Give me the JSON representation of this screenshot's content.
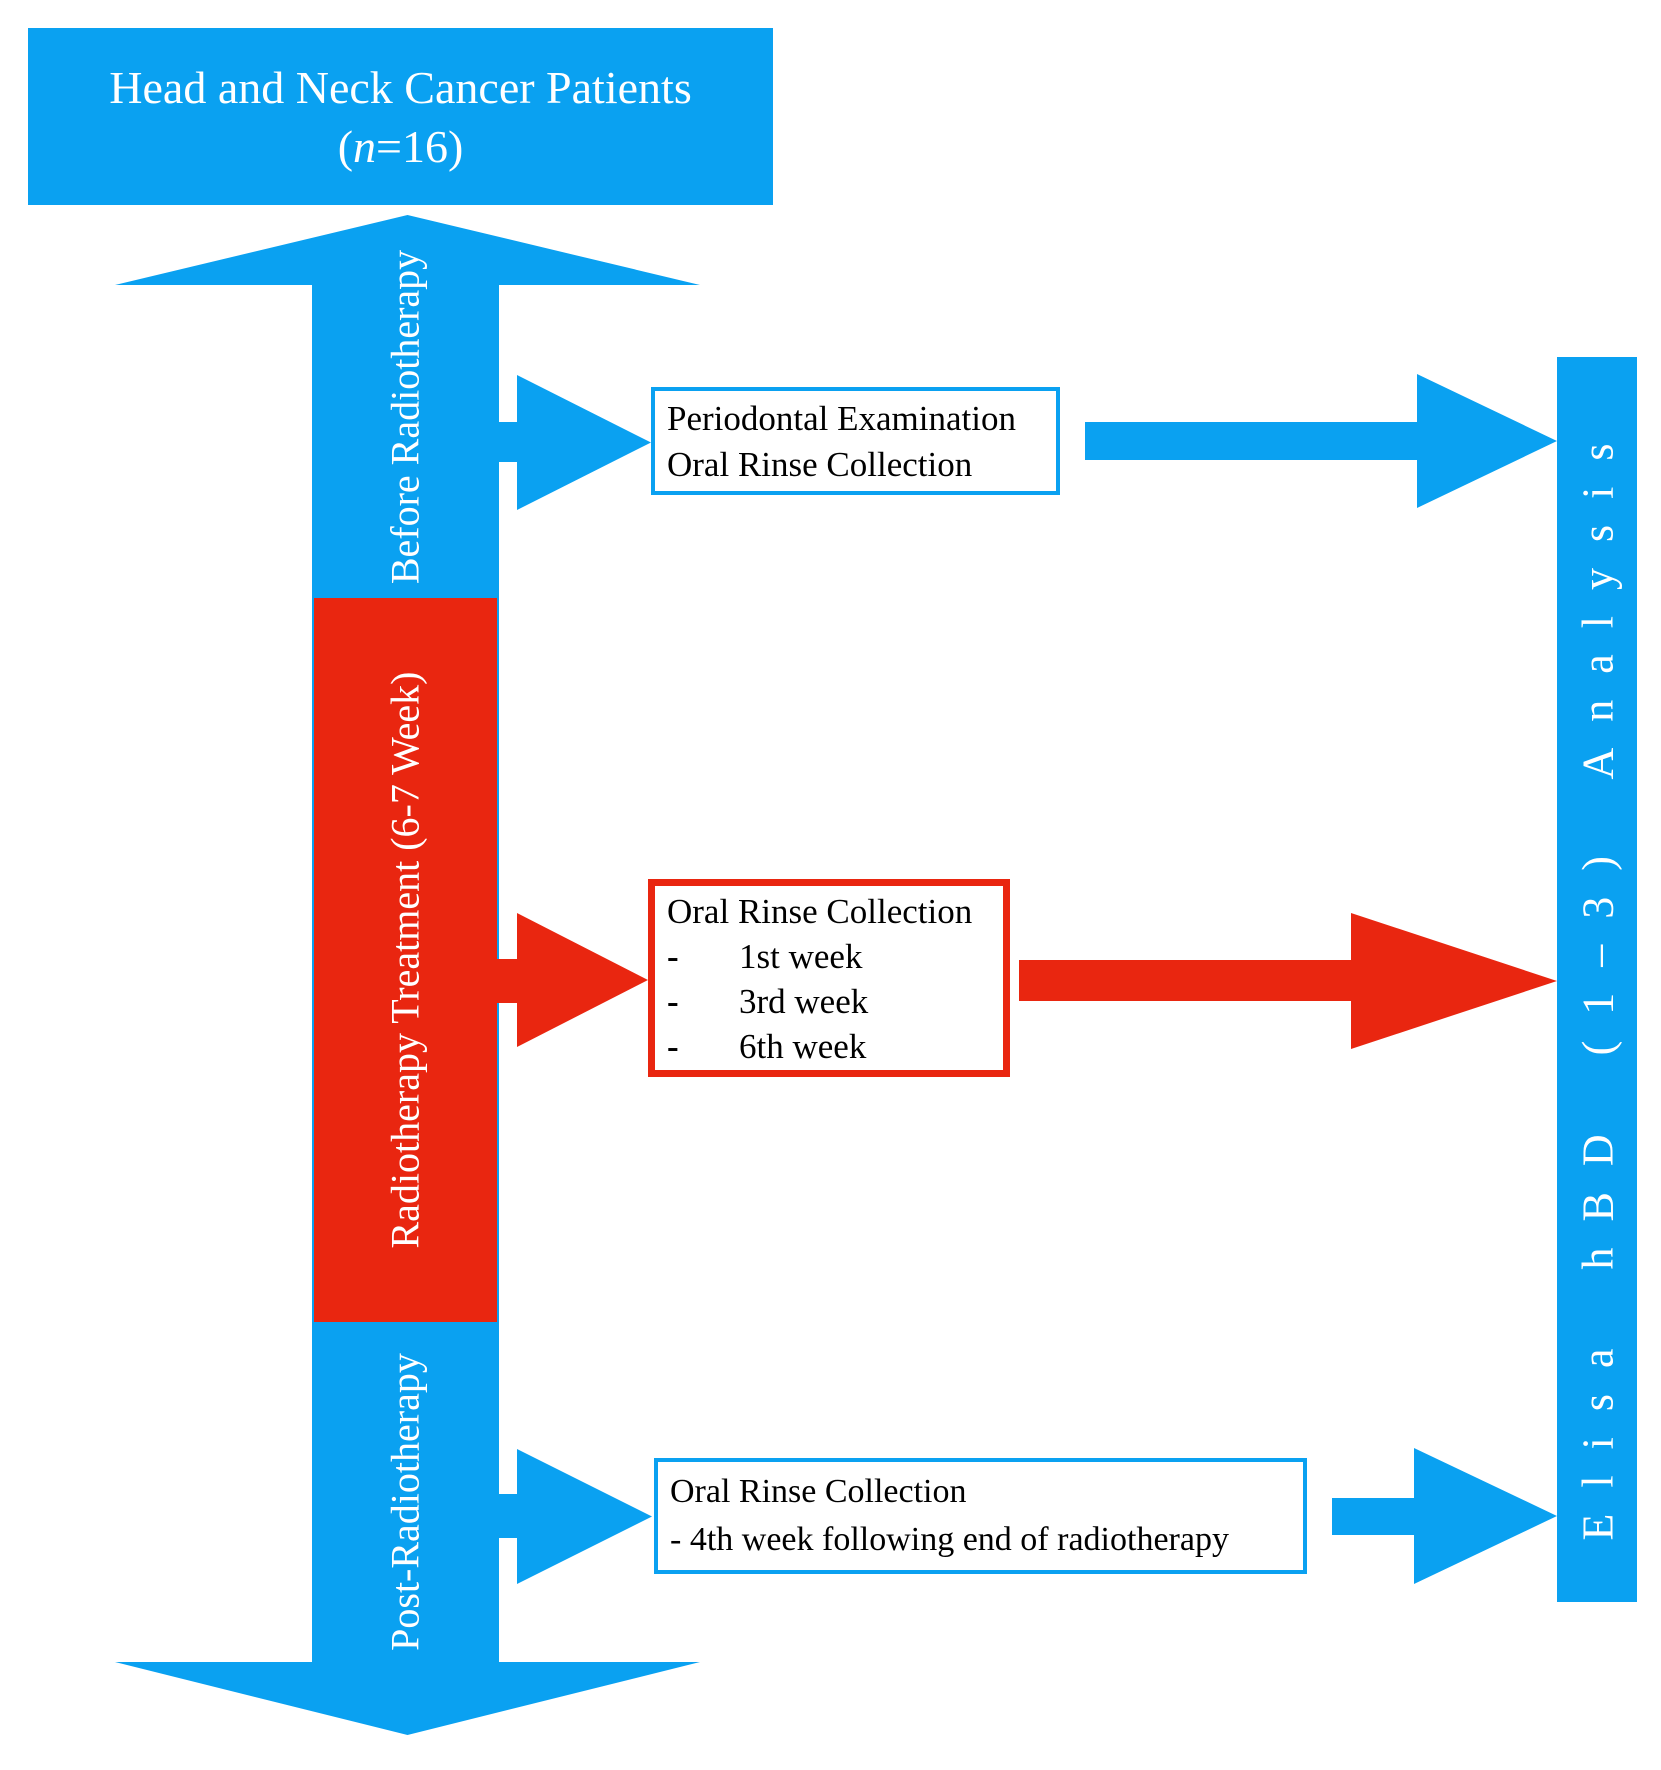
{
  "colors": {
    "blue": "#0aa1f1",
    "red": "#e92610",
    "box_text": "#000000",
    "background": "#ffffff"
  },
  "header": {
    "line1": "Head and Neck Cancer Patients",
    "n_open": "(",
    "n_italic": "n",
    "n_close": "=16)"
  },
  "timeline": {
    "before_label": "Before Radiotherapy",
    "treatment_label": "Radiotherapy Treatment (6-7 Week)",
    "post_label": "Post-Radiotherapy"
  },
  "boxes": {
    "periodontal": {
      "line1": "Periodontal Examination",
      "line2": "Oral Rinse Collection"
    },
    "during": {
      "title": "Oral Rinse Collection",
      "bullet_marker": "-",
      "bullets": [
        "1st week",
        "3rd week",
        "6th week"
      ]
    },
    "post": {
      "line1": "Oral Rinse Collection",
      "line2": "- 4th week following end of radiotherapy"
    }
  },
  "analysis_bar": {
    "label": "Elisa hBD (1–3) Analysis"
  }
}
